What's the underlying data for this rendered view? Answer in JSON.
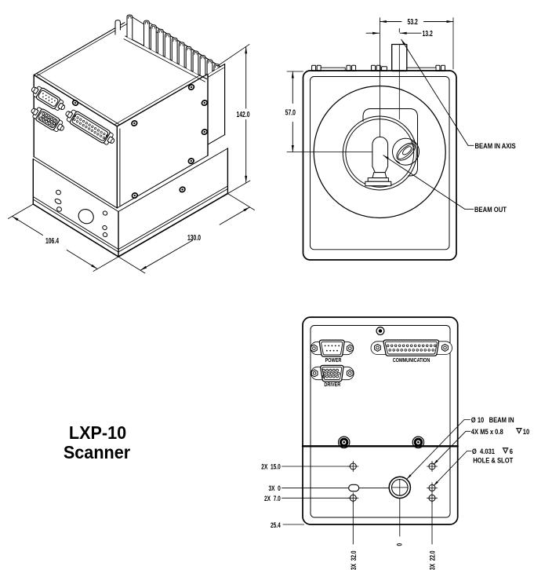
{
  "title": {
    "line1": "LXP-10",
    "line2": "Scanner"
  },
  "iso_view": {
    "dims": {
      "height": "142.0",
      "width": "106.4",
      "depth": "130.0"
    }
  },
  "front_view": {
    "dims": {
      "half_width": "53.2",
      "beam_offset": "13.2",
      "beam_height": "57.0"
    },
    "labels": {
      "beam_in_axis": "BEAM IN AXIS",
      "beam_out": "BEAM OUT"
    }
  },
  "rear_view": {
    "connectors": {
      "power": "POWER",
      "driver": "DRIVER",
      "communication": "COMMUNICATION"
    },
    "dims": {
      "holes_upper": "2X  15.0",
      "zero_row": "3X  0",
      "holes_lower": "2X  7.0",
      "base_offset": "25.4",
      "left_column": "3X  32.0",
      "center_column": "0",
      "right_column": "3X  22.0"
    },
    "callouts": {
      "beam_in": "Ø 10   BEAM IN",
      "m5_holes": "4X M5 x 0.8",
      "m5_depth": "10",
      "hole_dia": "Ø  4.031",
      "hole_depth": "6",
      "hole_slot": "HOLE & SLOT"
    }
  },
  "colors": {
    "line": "#000000",
    "background": "#ffffff"
  }
}
